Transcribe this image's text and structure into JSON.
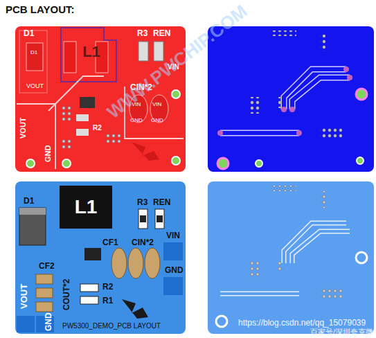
{
  "diagram": {
    "title": "PCB LAYOUT:",
    "nodes": [
      {
        "text": [
          "L1"
        ]
      },
      {
        "text": [
          "L1"
        ]
      }
    ],
    "labels": [
      "D1",
      "D1",
      "R3",
      "REN",
      "VOUT",
      "CIN*2",
      "VIN",
      "VIN",
      "GND",
      "VIN",
      "GND",
      "R2",
      "VOUT",
      "GND",
      "D1",
      "R3",
      "REN",
      "VIN",
      "CF1",
      "CIN*2",
      "GND",
      "CF2",
      "VOUT",
      "GND",
      "COUT*2",
      "R2",
      "R1",
      "PW5300_DEMO_PCB LAYOUT",
      "WWW.PWCHIP.COM",
      "https://blog.csdn.net/qq_15079039",
      "百家号/深圳夸克微"
    ]
  }
}
